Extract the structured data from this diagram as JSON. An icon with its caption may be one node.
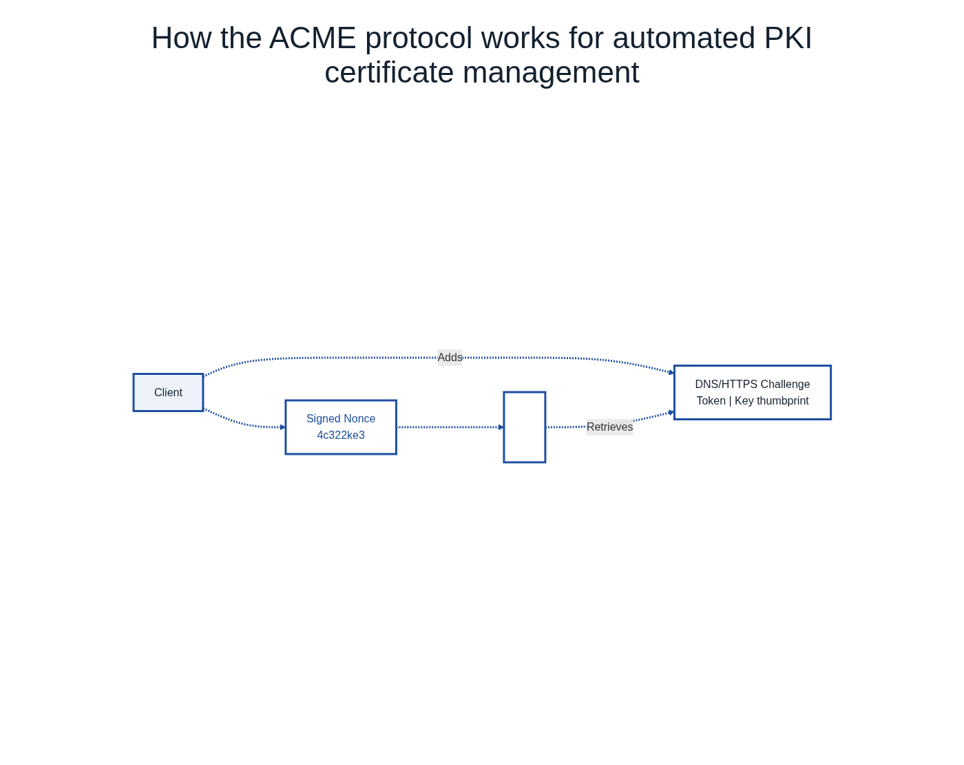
{
  "diagram": {
    "title": "How the ACME protocol works for automated PKI certificate management",
    "nodes": [
      {
        "text": [
          "Client"
        ]
      },
      {
        "text": [
          "Signed Nonce",
          "4c322ke3"
        ]
      },
      {
        "text": [],
        "shape": "box"
      },
      {
        "text": [
          "DNS/HTTPS Challenge",
          "Token | Key thumbprint"
        ]
      }
    ],
    "edges": [
      {
        "from": 0,
        "to": 1,
        "arrow": "to",
        "style": "dashed"
      },
      {
        "from": 1,
        "to": 2,
        "arrow": "to",
        "style": "dashed"
      },
      {
        "from": 0,
        "to": 3,
        "arrow": "to",
        "style": "dashed",
        "label": "Adds"
      },
      {
        "from": 2,
        "to": 3,
        "arrow": "to",
        "style": "dashed",
        "label": "Retrieves"
      }
    ]
  }
}
